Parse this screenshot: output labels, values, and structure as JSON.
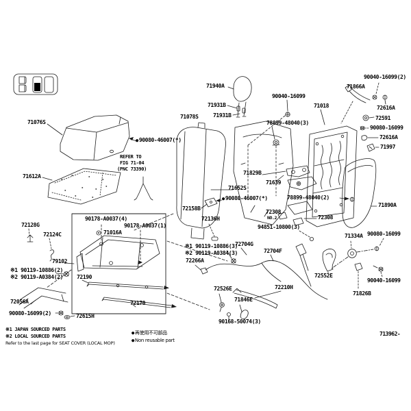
{
  "diagram": {
    "figure_code": "713962-",
    "refer_note": {
      "line1": "REFER TO",
      "line2": "FIG 71-04",
      "line3": "(PNC 73390)"
    },
    "legend": {
      "bullet": "●",
      "note1": "※1 JAPAN SOURCED PARTS",
      "note2": "※2 LOCAL SOURCED PARTS",
      "note3": "Refer to the last page for SEAT COVER (LOCAL MOP)",
      "non_reusable_jp": "再使用不可部品",
      "non_reusable_en": "Non reusable part"
    },
    "callouts": {
      "seat_cushion_cover": "71076S",
      "seat_back_cover": "71078S",
      "seat_cushion_pad": "71612A",
      "screw_46007_upper": "90080-46007(*)",
      "screw_46007_lower": "90080-46007(*)",
      "headrest": "71940A",
      "headrest_support_upper": "71931B",
      "headrest_support_lower": "71931B",
      "nut_16099_headrest": "90040-16099",
      "seat_back_frame": "71018",
      "bolt_48040_3": "78899-48040(3)",
      "hinge_71866a": "71866A",
      "nut_16099_top_right": "90040-16099(2)",
      "striker_72616a_upper": "72616A",
      "lock_72591": "72591",
      "nut_16099_right": "90080-16099",
      "striker_72616a_lower": "72616A",
      "bracket_71997": "71997",
      "hinge_71829b": "71829B",
      "hinge_71639": "71639",
      "seat_back_pad": "71652S",
      "bolt_48040_2": "78899-48040(2)",
      "side_shield": "71890A",
      "hinge_72158b": "72158B",
      "belt_guide_72136h": "72136H",
      "hinge_72308_no2": "72308",
      "hinge_72308_no2_sub": "NO.2",
      "hinge_72308": "72308",
      "nut_94851": "94851-10800(3)",
      "nut_a0037_left": "90178-A0037(4)",
      "nut_a0037_right": "90178-A0037(1)",
      "cushion_frame": "71016A",
      "rod_79102": "79102",
      "bolt_note_left_1": "※1 90119-10886(2)",
      "bolt_note_left_2": "※2 90119-A0384(2)",
      "clip_72128g": "72128G",
      "clip_72124c": "72124C",
      "rod_72190": "72190",
      "rod_72170": "72170",
      "bracket_72056a": "72056A",
      "screw_16099_bottom_left": "90080-16099(2)",
      "hook_72615h": "72615H",
      "bolt_note_mid_1": "※1 90119-10886(3)",
      "bolt_note_mid_2": "※2 90119-A0384(3)",
      "bracket_72266a": "72266A",
      "cable_72704g": "72704G",
      "cable_72704f": "72704F",
      "grommet_71334a": "71334A",
      "screw_16099_grommet": "90080-16099",
      "strap_72552e": "72552E",
      "handle_72210h": "72210H",
      "screw_16099_bottom_right": "90040-16099",
      "cover_71826b": "71826B",
      "clip_72526e": "72526E",
      "hook_71846e": "71846E",
      "screw_50074": "90168-50074(3)"
    }
  }
}
